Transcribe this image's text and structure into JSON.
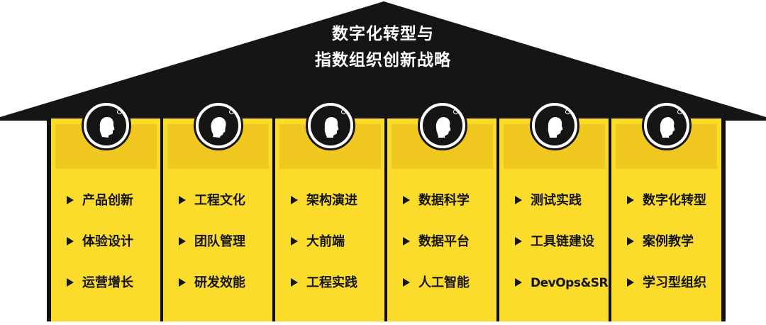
{
  "roof": {
    "title_line1": "数字化转型与",
    "title_line2": "指数组织创新战略"
  },
  "colors": {
    "roof": "#151515",
    "pillar": "#fbdc2b",
    "pillar_band": "#f1c820",
    "text": "#151515"
  },
  "pillars": [
    {
      "icon": "person-silhouette-icon",
      "items": [
        "产品创新",
        "体验设计",
        "运营增长"
      ]
    },
    {
      "icon": "person-silhouette-icon",
      "items": [
        "工程文化",
        "团队管理",
        "研发效能"
      ]
    },
    {
      "icon": "person-silhouette-icon",
      "items": [
        "架构演进",
        "大前端",
        "工程实践"
      ]
    },
    {
      "icon": "person-silhouette-icon",
      "items": [
        "数据科学",
        "数据平台",
        "人工智能"
      ]
    },
    {
      "icon": "person-silhouette-icon",
      "items": [
        "测试实践",
        "工具链建设",
        "DevOps&SRE"
      ]
    },
    {
      "icon": "person-silhouette-icon",
      "items": [
        "数字化转型",
        "案例教学",
        "学习型组织"
      ]
    }
  ]
}
